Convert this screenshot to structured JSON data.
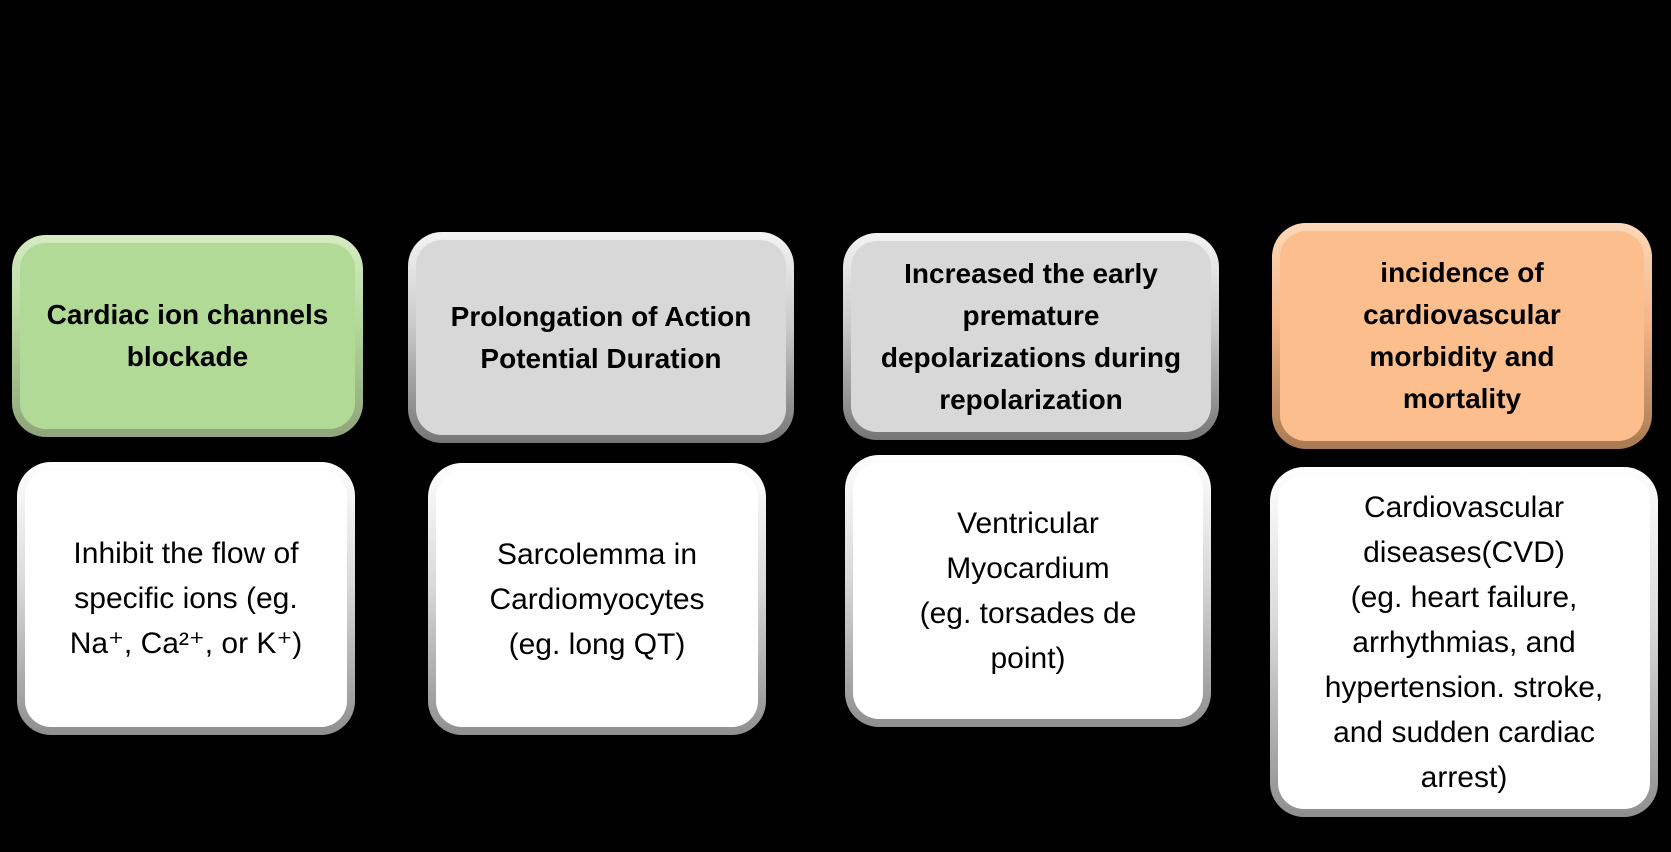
{
  "diagram": {
    "background": "#000000",
    "text_color": "#000000",
    "columns": [
      {
        "id": "cardiac-ion-channels-blockade",
        "header": {
          "text": "Cardiac ion channels\nblockade",
          "fill": "#b1da97",
          "rim_light": "#d6ebc3",
          "rim_dark": "#8fa47b"
        },
        "detail": {
          "text": "Inhibit the flow of\nspecific ions (eg.\nNa⁺, Ca²⁺, or K⁺)",
          "fill": "#ffffff",
          "rim_light": "#ffffff",
          "rim_dark": "#8f8f8f"
        }
      },
      {
        "id": "action-potential-duration",
        "header": {
          "text": "Prolongation of Action\nPotential Duration",
          "fill": "#d8d8d8",
          "rim_light": "#f4f4f4",
          "rim_dark": "#767676"
        },
        "detail": {
          "text": "Sarcolemma in\nCardiomyocytes\n(eg. long QT)",
          "fill": "#ffffff",
          "rim_light": "#ffffff",
          "rim_dark": "#8f8f8f"
        }
      },
      {
        "id": "early-premature-depolarizations",
        "header": {
          "text": "Increased the early\npremature\ndepolarizations during\nrepolarization",
          "fill": "#d8d8d8",
          "rim_light": "#f4f4f4",
          "rim_dark": "#767676"
        },
        "detail": {
          "text": "Ventricular\nMyocardium\n(eg. torsades de\npoint)",
          "fill": "#ffffff",
          "rim_light": "#ffffff",
          "rim_dark": "#8f8f8f"
        }
      },
      {
        "id": "cardiovascular-morbidity-mortality",
        "header": {
          "text": "incidence of\ncardiovascular\nmorbidity and\nmortality",
          "fill": "#fbbe8c",
          "rim_light": "#fcd9ba",
          "rim_dark": "#a87a52"
        },
        "detail": {
          "text": "Cardiovascular\ndiseases(CVD)\n(eg. heart failure,\narrhythmias, and\nhypertension. stroke,\nand sudden cardiac\narrest)",
          "fill": "#ffffff",
          "rim_light": "#ffffff",
          "rim_dark": "#8f8f8f"
        }
      }
    ]
  }
}
